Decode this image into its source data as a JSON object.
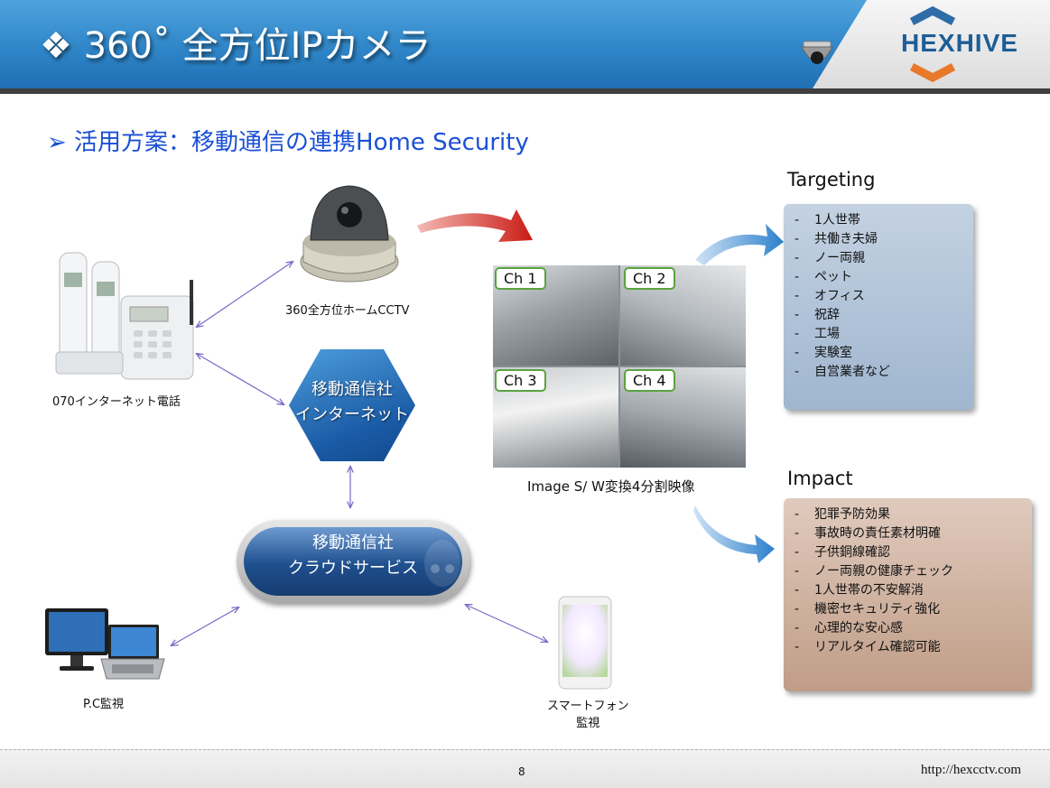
{
  "header": {
    "title": "❖ 360˚ 全方位IPカメラ",
    "logo_text": "HEXHIVE"
  },
  "subtitle": "➢  活用方案：移動通信の連携Home Security",
  "nodes": {
    "camera_label": "360全方位ホームCCTV",
    "phone_label": "070インターネット電話",
    "network_label": [
      "移動通信社",
      "インターネット"
    ],
    "cloud_label": [
      "移動通信社",
      "クラウドサービス"
    ],
    "pc_label": "P.C監視",
    "smartphone_label": [
      "スマートフォン",
      "監視"
    ],
    "image_label": "Image S/ W変換4分割映像"
  },
  "channels": [
    "Ch 1",
    "Ch 2",
    "Ch 3",
    "Ch 4"
  ],
  "targeting": {
    "title": "Targeting",
    "items": [
      "1人世帯",
      "共働き夫婦",
      "ノー両親",
      "ペット",
      "オフィス",
      "祝辞",
      "工場",
      "実験室",
      "自営業者など"
    ]
  },
  "impact": {
    "title": "Impact",
    "items": [
      "犯罪予防効果",
      "事故時の責任素材明確",
      "子供銅線確認",
      "ノー両親の健康チェック",
      "1人世帯の不安解消",
      "機密セキュリティ強化",
      "心理的な安心感",
      "リアルタイム確認可能"
    ]
  },
  "footer": {
    "page": "8",
    "url": "http://hexcctv.com"
  },
  "colors": {
    "header_blue": "#2f86c8",
    "subtitle_blue": "#1a4fd6",
    "targeting_box": "#b4c6d9",
    "impact_box": "#d2b6a4",
    "connector": "#7b68c8",
    "arrow_red": "#d7261e",
    "arrow_blue": "#3a8fd6"
  }
}
